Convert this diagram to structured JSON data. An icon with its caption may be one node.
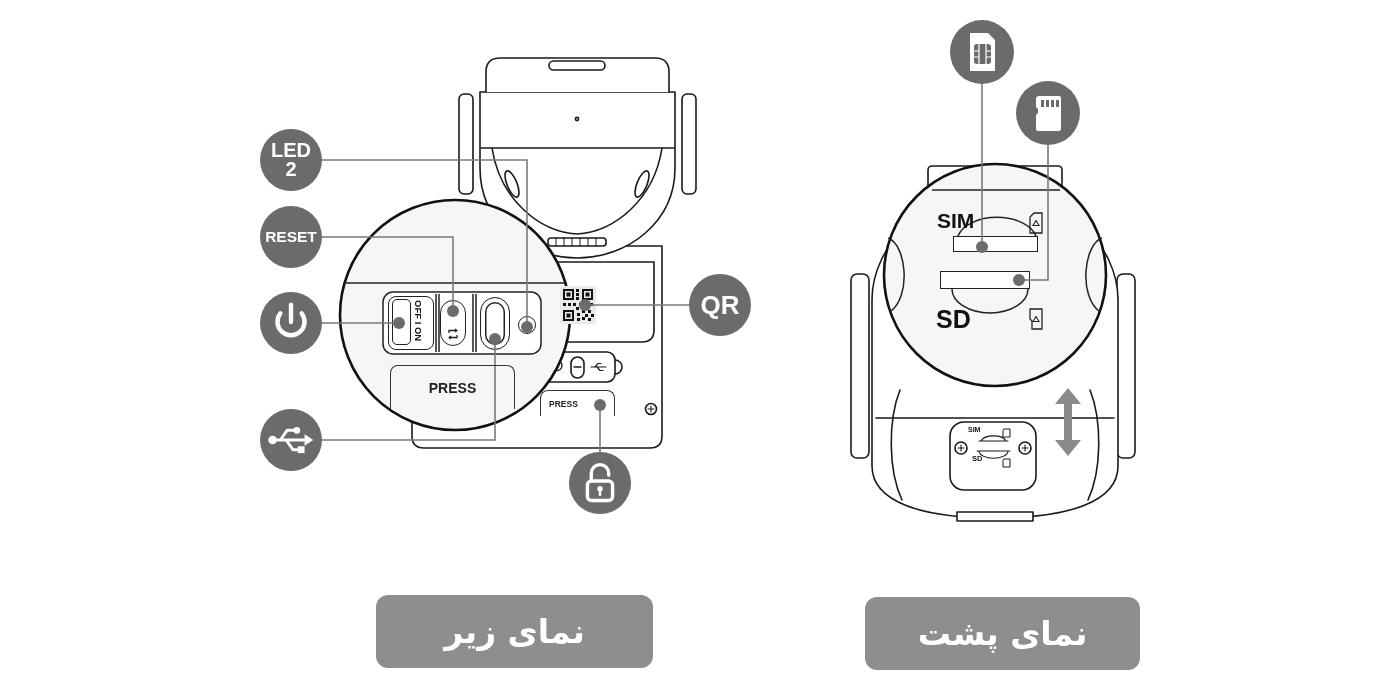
{
  "diagram": {
    "nodes": [
      {
        "text": [
          "LED 2"
        ]
      },
      {
        "text": [],
        "shape": "circle"
      },
      {
        "text": [
          "RESET"
        ]
      },
      {
        "text": [],
        "shape": "box"
      },
      {
        "text": [],
        "shape": "circle"
      },
      {
        "text": [
          "OFF I ON"
        ]
      },
      {
        "text": [],
        "shape": "circle"
      },
      {
        "text": [],
        "shape": "box"
      },
      {
        "text": [
          "PRESS"
        ]
      },
      {
        "text": [
          "QR"
        ]
      },
      {
        "text": [],
        "shape": "picture"
      },
      {
        "text": [],
        "shape": "circle"
      },
      {
        "text": [
          "PRESS"
        ]
      },
      {
        "text": [],
        "shape": "circle"
      },
      {
        "text": [],
        "shape": "bar"
      },
      {
        "text": [],
        "shape": "circle"
      },
      {
        "text": [],
        "shape": "bar"
      },
      {
        "text": [
          "نمای زیر"
        ]
      },
      {
        "text": [
          "نمای پشت"
        ]
      }
    ],
    "edges": [
      {
        "from": 0,
        "to": 1,
        "arrow": "other"
      },
      {
        "from": 2,
        "to": 3,
        "arrow": "other"
      },
      {
        "from": 4,
        "to": 5,
        "arrow": "other"
      },
      {
        "from": 6,
        "to": 7,
        "arrow": "other"
      },
      {
        "from": 9,
        "to": 10,
        "arrow": "other"
      },
      {
        "from": 11,
        "to": 12,
        "arrow": "other"
      },
      {
        "from": 13,
        "to": 14,
        "arrow": "other"
      },
      {
        "from": 15,
        "to": 16,
        "arrow": "other"
      }
    ],
    "labels": [
      "SIM",
      "SD",
      "SIM",
      "SD"
    ]
  }
}
